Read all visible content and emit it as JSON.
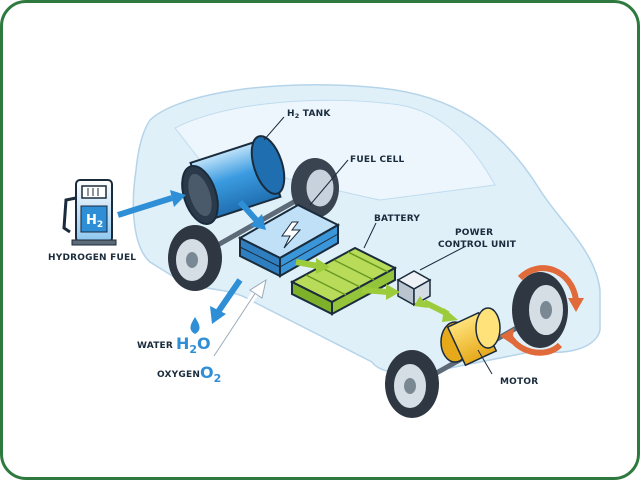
{
  "colors": {
    "frame": "#2e7a3e",
    "car_body": "#dbeef9",
    "tank": "#2f8fd6",
    "fuel_cell": "#3a86c8",
    "battery": "#9ccc3c",
    "motor": "#f2c12e",
    "rotation_arrow": "#e06a3a",
    "flow_arrow_blue": "#2f8fd6",
    "flow_arrow_green": "#9ccc3c"
  },
  "labels": {
    "h2_tank": {
      "prefix": "H",
      "sub": "2",
      "suffix": " TANK"
    },
    "fuel_cell": "FUEL CELL",
    "battery": "BATTERY",
    "power_control_unit_line1": "POWER",
    "power_control_unit_line2": "CONTROL UNIT",
    "hydrogen_fuel": "HYDROGEN FUEL",
    "motor": "MOTOR",
    "water": {
      "word": "WATER",
      "formula_main": "H",
      "formula_sub": "2",
      "formula_end": "O"
    },
    "oxygen": {
      "word": "OXYGEN",
      "formula_main": "O",
      "formula_sub": "2"
    },
    "pump": {
      "main": "H",
      "sub": "2"
    }
  },
  "icons": [
    "hydrogen-pump-icon",
    "lightning-icon",
    "water-drop-icon",
    "rotation-arrow-icon"
  ]
}
